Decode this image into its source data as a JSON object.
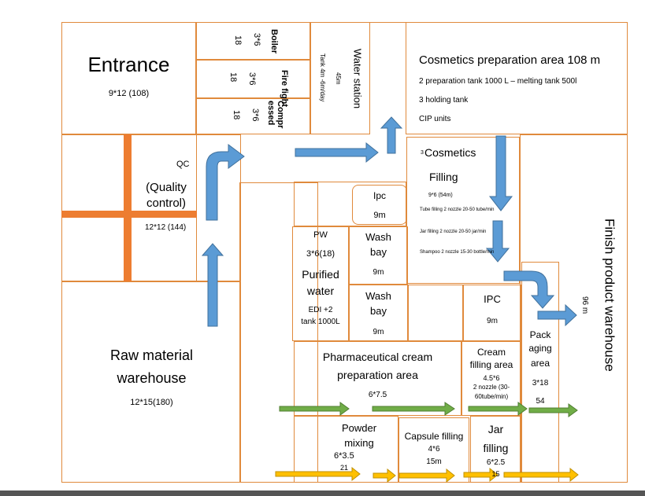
{
  "entrance": {
    "title": "Entrance",
    "size": "9*12 (108)"
  },
  "boiler": {
    "name": "Boiler",
    "dim": "3*6",
    "area": "18"
  },
  "fire": {
    "name": "Fire fight",
    "dim": "3*6",
    "area": "18"
  },
  "compressed": {
    "name": "Compr essed",
    "dim": "3*6",
    "area": "18"
  },
  "water_station": {
    "name": "Water station",
    "area": "45m",
    "tank": "Tank 4m -6m/day"
  },
  "cosmetics_prep": {
    "title": "Cosmetics preparation area 108 m",
    "line1": "2 preparation tank 1000 L – melting tank 500l",
    "line2": "3 holding tank",
    "line3": "CIP units"
  },
  "qc": {
    "abbr": "QC",
    "full": "(Quality control)",
    "size": "12*12 (144)"
  },
  "cosmetics_filling": {
    "pre": "3",
    "title1": "Cosmetics",
    "title2": "Filling",
    "dim": "9*6 (54m)",
    "tube": "Tube filling 2 nozzle 20-50 tube/min",
    "jar": "Jar filling 2 nozzle  20-50 jar/min",
    "shampoo": "Shampoo 2 nozzle    15-30 bottle/min"
  },
  "ipc_top": {
    "name": "Ipc",
    "area": "9m"
  },
  "pw": {
    "abbr": "PW",
    "dim": "3*6(18)",
    "name1": "Purified",
    "name2": "water",
    "spec1": "EDI +2",
    "spec2": "tank 1000L"
  },
  "wash1": {
    "l1": "Wash",
    "l2": "bay",
    "area": "9m"
  },
  "wash2": {
    "l1": "Wash",
    "l2": "bay",
    "area": "9m"
  },
  "ipc_mid": {
    "name": "IPC",
    "area": "9m"
  },
  "finish": {
    "name": "Finish product warehouse",
    "area": "96 m"
  },
  "packaging": {
    "l1": "Pack",
    "l2": "aging",
    "l3": "area",
    "dim": "3*18",
    "area": "54"
  },
  "raw": {
    "l1": "Raw material",
    "l2": "warehouse",
    "size": "12*15(180)"
  },
  "pharma": {
    "l1": "Pharmaceutical cream",
    "l2": "preparation area",
    "dim": "6*7.5"
  },
  "cream_fill": {
    "l1": "Cream",
    "l2": "filling area",
    "dim": "4.5*6",
    "spec1": "2 nozzle (30-",
    "spec2": "60tube/min)"
  },
  "powder": {
    "l1": "Powder",
    "l2": "mixing",
    "dim": "6*3.5",
    "area": "21"
  },
  "capsule": {
    "name": "Capsule filling",
    "dim": "4*6",
    "area": "15m"
  },
  "jar_fill": {
    "l1": "Jar",
    "l2": "filling",
    "dim": "6*2.5",
    "area": "15"
  },
  "colors": {
    "wall": "#e08a3c",
    "blue_arrow": "#5b9bd5",
    "green_arrow": "#70ad47",
    "yellow_arrow": "#ffc000",
    "qc_bar": "#ed7d31"
  }
}
